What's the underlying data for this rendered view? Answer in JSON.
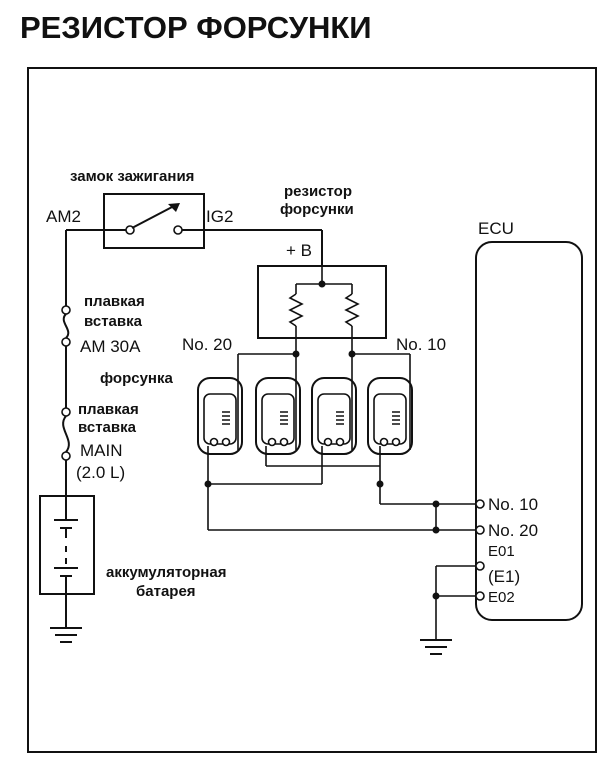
{
  "title": "РЕЗИСТОР ФОРСУНКИ",
  "labels": {
    "ignition_switch": "замок зажигания",
    "am2": "AM2",
    "ig2": "IG2",
    "resistor_line1": "резистор",
    "resistor_line2": "форсунки",
    "plus_b": "+ B",
    "ecu": "ECU",
    "fuse1_line1": "плавкая",
    "fuse1_line2": "вставка",
    "fuse1_rating": "AM 30A",
    "fuse2_line1": "плавкая",
    "fuse2_line2": "вставка",
    "fuse2_name": "MAIN",
    "fuse2_rating": "(2.0 L)",
    "no20": "No. 20",
    "no10": "No. 10",
    "injector": "форсунка",
    "battery_line1": "аккумуляторная",
    "battery_line2": "батарея",
    "ecu_no10": "No. 10",
    "ecu_no20": "No. 20",
    "ecu_e01": "E01",
    "ecu_e1": "(E1)",
    "ecu_e02": "E02"
  }
}
